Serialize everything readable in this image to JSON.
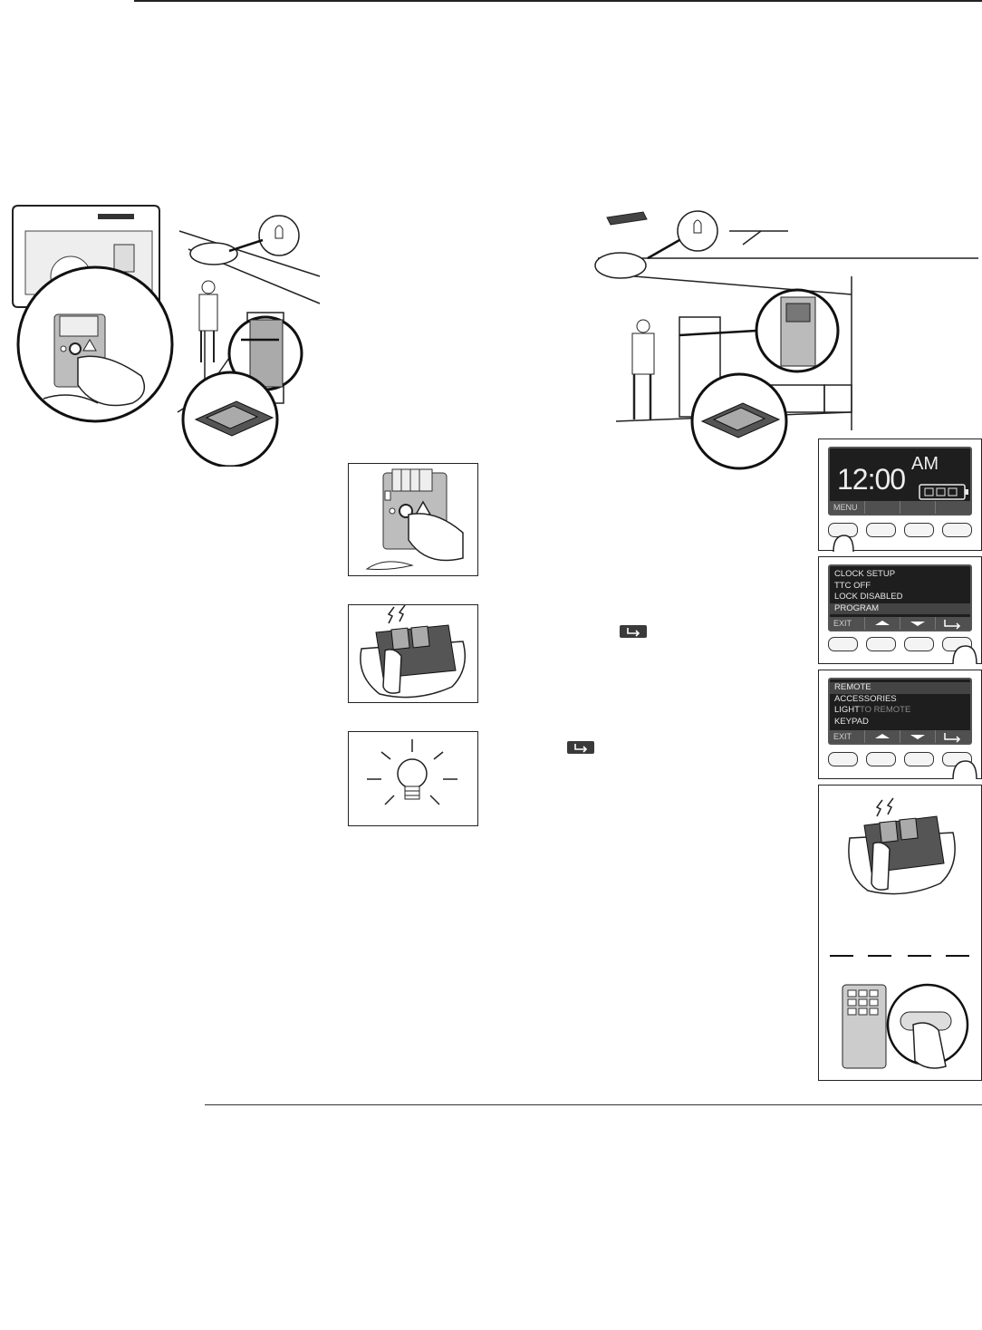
{
  "screen_top": {
    "time": "12:00",
    "meridiem": "AM",
    "softkeys": [
      "MENU",
      "",
      "",
      ""
    ]
  },
  "screen_menu": {
    "lines": [
      "CLOCK SETUP",
      "TTC OFF",
      "LOCK DISABLED",
      "PROGRAM"
    ],
    "selected_index": 3,
    "softkeys": [
      "EXIT",
      "up-arrow-icon",
      "down-arrow-icon",
      "enter-arrow-icon"
    ]
  },
  "screen_program": {
    "lines": [
      "REMOTE",
      "ACCESSORIES",
      "LIGHT",
      "KEYPAD"
    ],
    "ghost_text": "TO REMOTE",
    "selected_index": 0,
    "softkeys": [
      "EXIT",
      "up-arrow-icon",
      "down-arrow-icon",
      "enter-arrow-icon"
    ]
  },
  "icons": {
    "inline_enter_1": "enter-arrow-icon",
    "inline_enter_2": "enter-arrow-icon"
  }
}
